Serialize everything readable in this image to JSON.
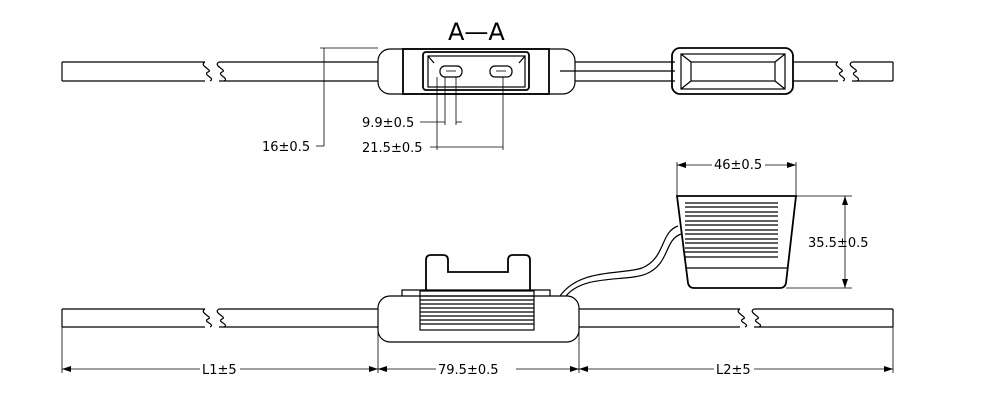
{
  "section_title": "A—A",
  "dims": {
    "d_wire_pitch": "9.9±0.5",
    "d_height": "16±0.5",
    "d_terminal_span": "21.5±0.5",
    "d_cover_width": "46±0.5",
    "d_cover_height": "35.5±0.5",
    "d_l1": "L1±5",
    "d_body_length": "79.5±0.5",
    "d_l2": "L2±5"
  }
}
